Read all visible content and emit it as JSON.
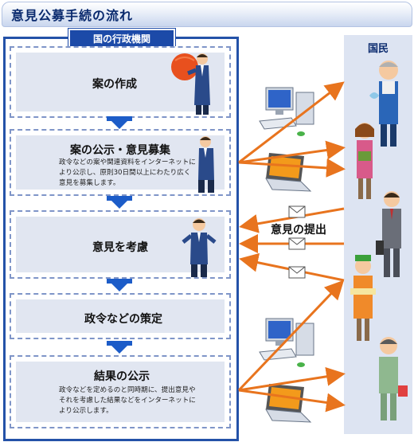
{
  "title": "意見公募手続の流れ",
  "gov_label": "国の行政機関",
  "citizens_label": "国民",
  "opinion_label": "意見の提出",
  "steps": [
    {
      "title": "案の作成",
      "desc": ""
    },
    {
      "title": "案の公示・意見募集",
      "desc": "政令などの案や関連資料をインターネットにより公示し、原則30日間以上にわたり広く意見を募集します。"
    },
    {
      "title": "意見を考慮",
      "desc": ""
    },
    {
      "title": "政令などの策定",
      "desc": ""
    },
    {
      "title": "結果の公示",
      "desc": "政令などを定めるのと同時期に、提出意見やそれを考慮した結果などをインターネットにより公示します。"
    }
  ],
  "colors": {
    "frame_blue": "#2452a8",
    "step_fill": "#e1e6f1",
    "arrow_orange": "#e8741e",
    "panel_blue": "#dde4f2",
    "title_text": "#0a2a6e"
  },
  "icons": [
    "presenter-icon",
    "official-icon",
    "desktop-computer-icon",
    "laptop-icon",
    "envelope-icon",
    "citizen-icon",
    "ball-icon"
  ]
}
